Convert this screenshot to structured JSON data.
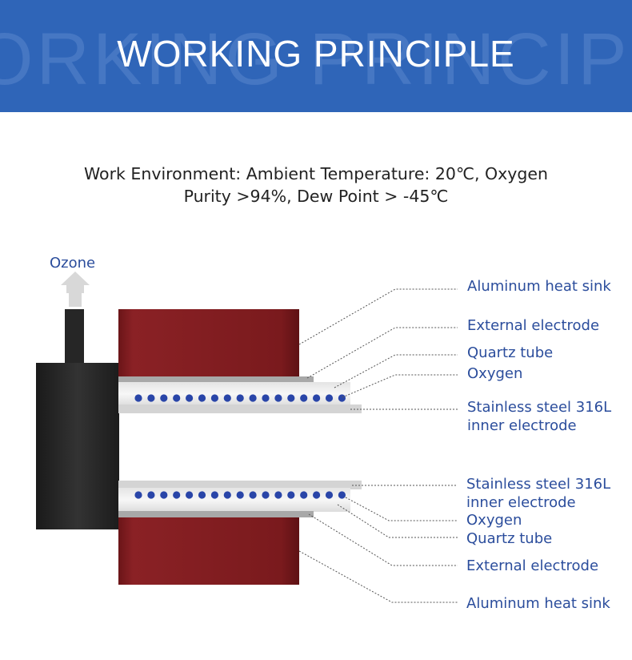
{
  "header": {
    "title": "WORKING PRINCIPLE",
    "watermark": "ORKING PRINCIPL"
  },
  "environment": {
    "line1": "Work Environment: Ambient Temperature: 20℃, Oxygen",
    "line2": "Purity >94%, Dew Point > -45℃"
  },
  "labels": {
    "ozone": "Ozone",
    "top": {
      "heat_sink": "Aluminum heat sink",
      "external_electrode": "External electrode",
      "quartz_tube": "Quartz tube",
      "oxygen": "Oxygen",
      "inner_electrode_1": "Stainless steel 316L",
      "inner_electrode_2": "inner electrode"
    },
    "bottom": {
      "inner_electrode_1": "Stainless steel 316L",
      "inner_electrode_2": "inner electrode",
      "oxygen": "Oxygen",
      "quartz_tube": "Quartz tube",
      "external_electrode": "External electrode",
      "heat_sink": "Aluminum heat sink"
    }
  },
  "colors": {
    "banner": "#2f65b8",
    "label_text": "#2b4d9c",
    "heat_sink": "#7d1b1e",
    "oxygen_dot": "#2945a8",
    "body": "#262626"
  },
  "icons": {
    "ozone_arrow": "arrow-up-icon"
  }
}
